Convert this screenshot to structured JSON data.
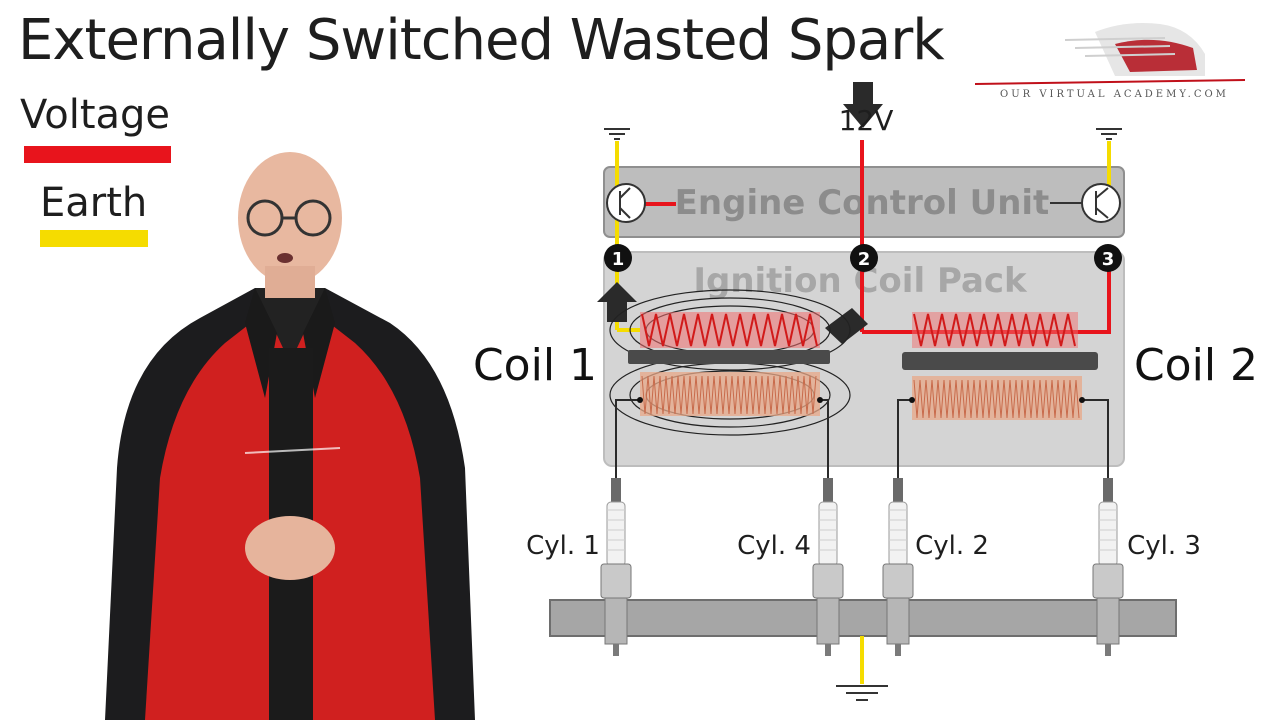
{
  "title": "Externally Switched Wasted Spark",
  "legend": {
    "voltage": {
      "label": "Voltage",
      "color": "#e8141c"
    },
    "earth": {
      "label": "Earth",
      "color": "#f5dc00"
    }
  },
  "brand": {
    "name": "OUR VIRTUAL ACADEMY.COM"
  },
  "diagram": {
    "ecu_label": "Engine Control Unit",
    "coil_pack_label": "Ignition Coil Pack",
    "supply_label": "12V",
    "terminals": [
      "1",
      "2",
      "3"
    ],
    "coil_1_label": "Coil 1",
    "coil_2_label": "Coil 2",
    "cylinders": [
      "Cyl. 1",
      "Cyl. 4",
      "Cyl. 2",
      "Cyl. 3"
    ]
  },
  "colors": {
    "voltage": "#e8141c",
    "earth": "#f5dc00",
    "panel": "#c8c8c8",
    "engine_block": "#9e9e9e"
  },
  "icons": [
    "ground-icon",
    "transistor-icon",
    "arrow-down-icon",
    "arrow-up-icon",
    "arrow-left-icon",
    "spark-plug-icon",
    "car-logo-icon"
  ]
}
